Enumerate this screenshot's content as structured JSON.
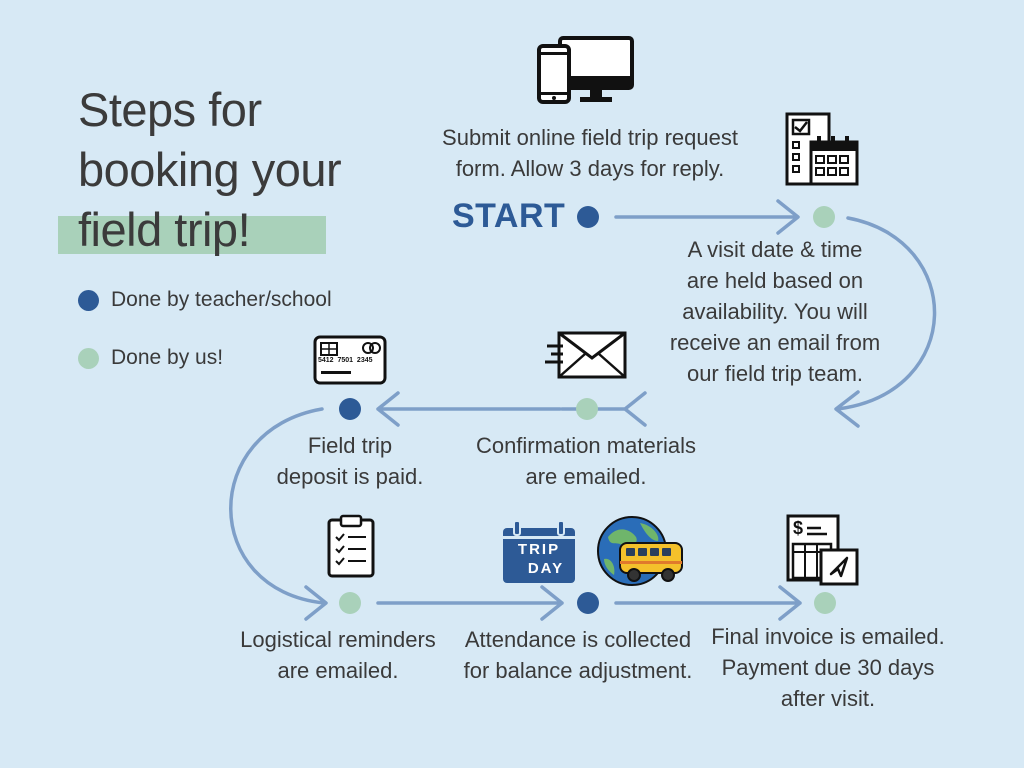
{
  "title": {
    "line1": "Steps for",
    "line2": "booking your",
    "line3": "field trip!"
  },
  "colors": {
    "background": "#d7e9f5",
    "teacher": "#2d5a96",
    "us": "#a9d1ba",
    "arrow": "#7e9fc8",
    "title": "#3b3b3b"
  },
  "legend": [
    {
      "label": "Done by teacher/school",
      "role": "teacher"
    },
    {
      "label": "Done by us!",
      "role": "us"
    }
  ],
  "start_label": "START",
  "steps": [
    {
      "role": "teacher",
      "icon": "devices-icon",
      "lines": [
        "Submit online field trip request",
        "form. Allow 3 days for reply."
      ]
    },
    {
      "role": "us",
      "icon": "calendar-checklist-icon",
      "lines": [
        "A visit date & time",
        "are held based on",
        "availability. You will",
        "receive an email from",
        "our field trip team."
      ]
    },
    {
      "role": "us",
      "icon": "envelope-icon",
      "lines": [
        "Confirmation materials",
        "are emailed."
      ]
    },
    {
      "role": "teacher",
      "icon": "credit-card-icon",
      "card_number": "5412  7501  2345",
      "lines": [
        "Field trip",
        "deposit is paid."
      ]
    },
    {
      "role": "us",
      "icon": "clipboard-checklist-icon",
      "lines": [
        "Logistical reminders",
        "are emailed."
      ]
    },
    {
      "role": "teacher",
      "icon": "trip-day-calendar-icon",
      "icon_text": [
        "TRIP",
        "DAY"
      ],
      "icon2": "globe-bus-icon",
      "lines": [
        "Attendance is collected",
        "for balance adjustment."
      ]
    },
    {
      "role": "us",
      "icon": "invoice-icon",
      "icon_text": [
        "$"
      ],
      "lines": [
        "Final invoice is emailed.",
        "Payment due 30 days",
        "after visit."
      ]
    }
  ]
}
